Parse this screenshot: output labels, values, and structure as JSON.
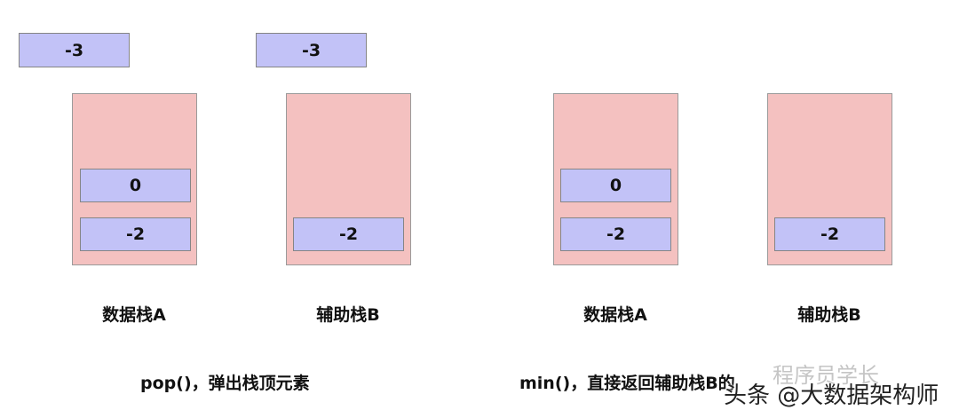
{
  "panels": [
    {
      "popped": "-3",
      "stack_a": {
        "label": "数据栈A",
        "items": [
          "0",
          "-2"
        ]
      },
      "stack_b": {
        "label": "辅助栈B",
        "items": [
          "-2"
        ]
      },
      "popped_b": "-3",
      "caption": "pop()，弹出栈顶元素"
    },
    {
      "stack_a": {
        "label": "数据栈A",
        "items": [
          "0",
          "-2"
        ]
      },
      "stack_b": {
        "label": "辅助栈B",
        "items": [
          "-2"
        ]
      },
      "caption": "min()，直接返回辅助栈B的"
    }
  ],
  "watermarks": [
    "程序员学长",
    "头条 @大数据架构师"
  ],
  "colors": {
    "stack": "#f4c1c0",
    "element": "#c2c2f7"
  }
}
